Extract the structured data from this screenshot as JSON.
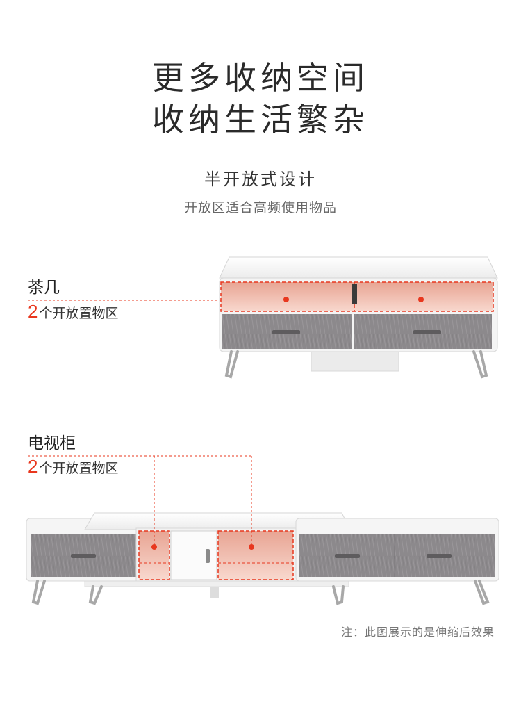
{
  "header": {
    "line1": "更多收纳空间",
    "line2": "收纳生活繁杂"
  },
  "feature": {
    "title": "半开放式设计",
    "description": "开放区适合高频使用物品"
  },
  "coffee_table": {
    "name": "茶几",
    "count": "2",
    "count_text": "个开放置物区"
  },
  "tv_cabinet": {
    "name": "电视柜",
    "count": "2",
    "count_text": "个开放置物区"
  },
  "footnote": "注：此图展示的是伸缩后效果",
  "colors": {
    "accent": "#e8371e",
    "highlight_fill": "#f6c7bd",
    "drawer_gray": "#8a878a",
    "body_white": "#f7f7f7"
  }
}
